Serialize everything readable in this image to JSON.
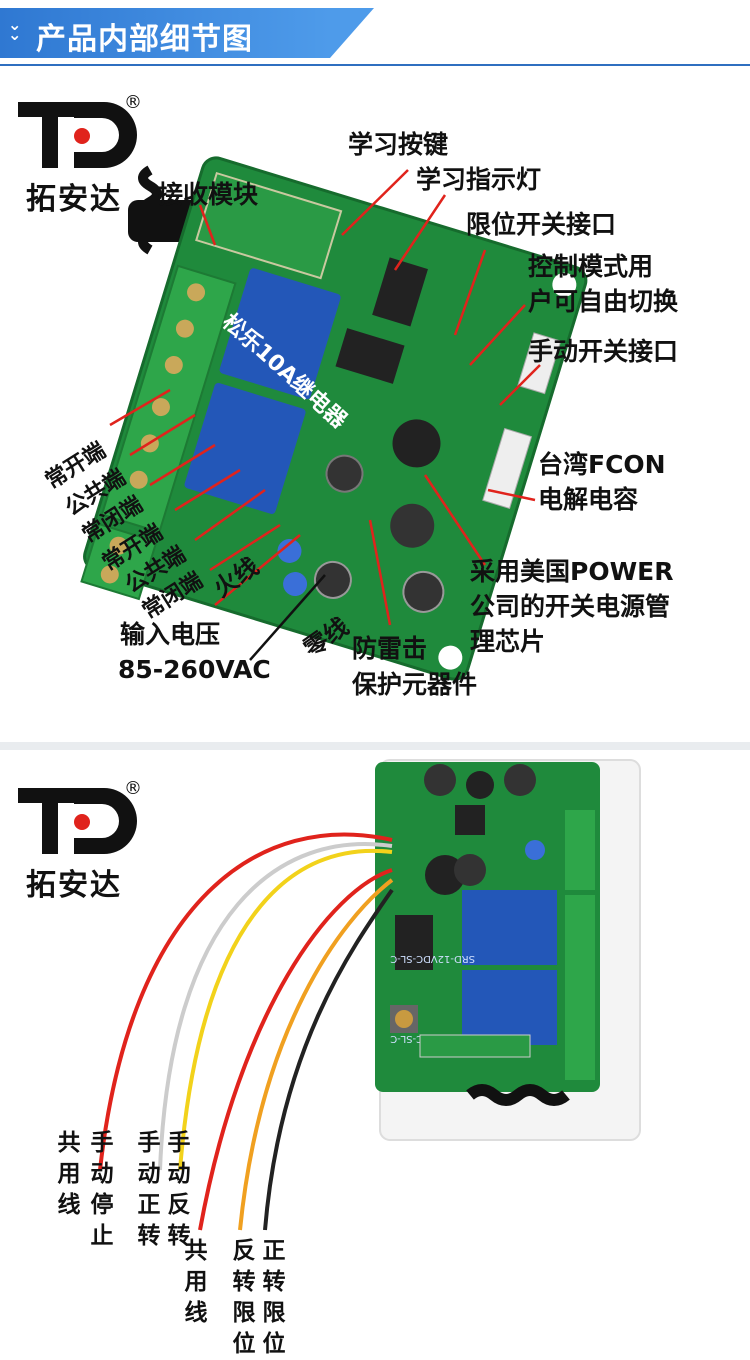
{
  "banner": {
    "title": "产品内部细节图",
    "icon": "double-chevron-down"
  },
  "brand": {
    "logo_text": "拓安达",
    "registered": "®",
    "mark": "TD"
  },
  "section1": {
    "labels": {
      "learn_button": "学习按键",
      "learn_led": "学习指示灯",
      "receiver_module": "接收模块",
      "limit_switch_port": "限位开关接口",
      "control_mode_1": "控制模式用",
      "control_mode_2": "户可自由切换",
      "manual_switch_port": "手动开关接口",
      "relay": "松乐10A继电器",
      "capacitor_1": "台湾FCON",
      "capacitor_2": "电解电容",
      "power_chip_1": "采用美国POWER",
      "power_chip_2": "公司的开关电源管",
      "power_chip_3": "理芯片",
      "surge_1": "防雷击",
      "surge_2": "保护元器件",
      "input_voltage_1": "输入电压",
      "input_voltage_2": "85-260VAC",
      "live_wire": "火线",
      "neutral_wire": "零线"
    },
    "terminals": [
      "常开端",
      "公共端",
      "常闭端",
      "常开端",
      "公共端",
      "常闭端"
    ]
  },
  "section2": {
    "wires": [
      {
        "label": "共用线",
        "color": "#e0231c"
      },
      {
        "label": "手动停止",
        "color": "#cccccc"
      },
      {
        "label": "手动正转",
        "color": "#eeeeee"
      },
      {
        "label": "手动反转",
        "color": "#f2d21b"
      },
      {
        "label": "共用线",
        "color": "#e0231c"
      },
      {
        "label": "反转限位",
        "color": "#f0a020"
      },
      {
        "label": "正转限位",
        "color": "#222222"
      }
    ],
    "relay_text": "SRD-12VDC-SL-C"
  },
  "colors": {
    "banner": "#3a86dc",
    "pcb": "#1f8a3c",
    "arrow": "#e0231c",
    "relay": "#2357b8"
  }
}
